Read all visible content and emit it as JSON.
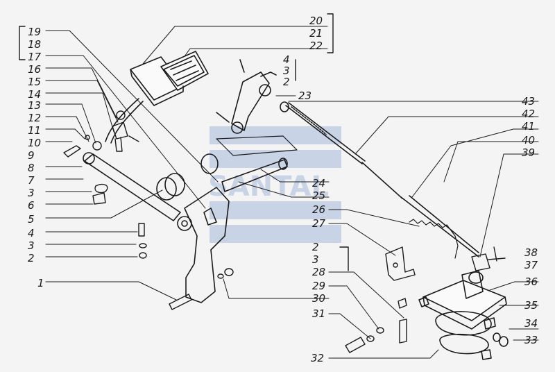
{
  "watermark": {
    "text": "SANTAL",
    "color": "#5a7fc0"
  },
  "labels_left": [
    "19",
    "18",
    "17",
    "16",
    "15",
    "14",
    "13",
    "12",
    "11",
    "10",
    "9",
    "8",
    "7",
    "3",
    "6",
    "5",
    "4",
    "3",
    "2",
    "1"
  ],
  "labels_top": [
    "20",
    "21",
    "22",
    "4",
    "3",
    "2",
    "23"
  ],
  "labels_right": [
    "43",
    "42",
    "41",
    "40",
    "39",
    "24",
    "25",
    "26",
    "27",
    "2",
    "3",
    "28",
    "29",
    "30",
    "31",
    "32",
    "38",
    "37",
    "36",
    "35",
    "34",
    "33"
  ],
  "colors": {
    "ink": "#1a1a1a",
    "paper": "#f4f4f4"
  }
}
